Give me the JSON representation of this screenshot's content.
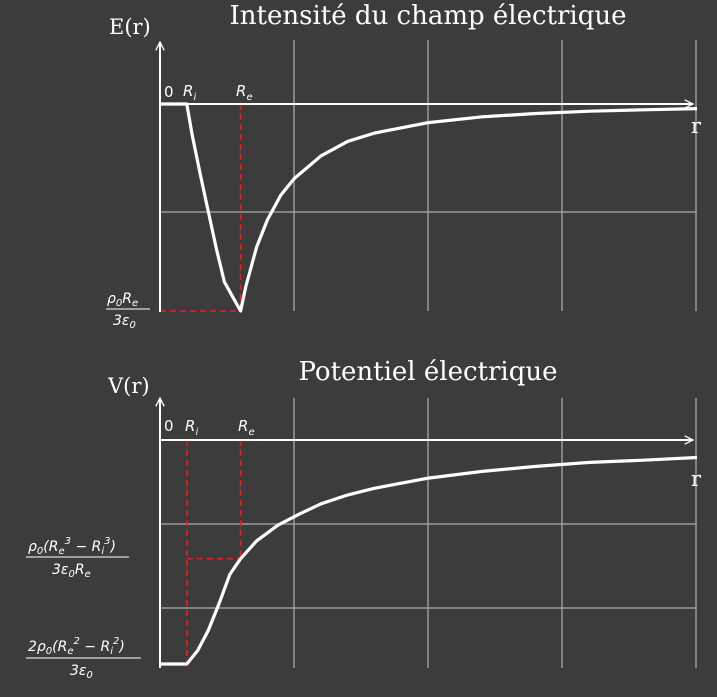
{
  "colors": {
    "background": "#3c3c3c",
    "curve": "#ffffff",
    "axis": "#ffffff",
    "grid": "#9a9a9a",
    "guide": "#e0221e"
  },
  "chart_data": [
    {
      "type": "line",
      "title": "Intensité du champ électrique",
      "ylabel": "E(r)",
      "xlabel": "r",
      "x_ticks": [
        "0",
        "Ri",
        "Re"
      ],
      "y_ticks": [
        "ρ0Re / 3ε0"
      ],
      "xlim": [
        0,
        10
      ],
      "ylim": [
        -1.0,
        0.0
      ],
      "grid": true,
      "series": [
        {
          "points": [
            [
              0.0,
              0.0
            ],
            [
              0.5,
              0.0
            ],
            [
              0.6,
              -0.15
            ],
            [
              0.75,
              -0.34
            ],
            [
              0.9,
              -0.52
            ],
            [
              1.05,
              -0.7
            ],
            [
              1.2,
              -0.86
            ],
            [
              1.5,
              -1.0
            ],
            [
              1.6,
              -0.88
            ],
            [
              1.8,
              -0.69
            ],
            [
              2.0,
              -0.56
            ],
            [
              2.25,
              -0.44
            ],
            [
              2.5,
              -0.36
            ],
            [
              3.0,
              -0.25
            ],
            [
              3.5,
              -0.18
            ],
            [
              4.0,
              -0.14
            ],
            [
              5.0,
              -0.09
            ],
            [
              6.0,
              -0.062
            ],
            [
              7.0,
              -0.046
            ],
            [
              8.0,
              -0.035
            ],
            [
              9.0,
              -0.028
            ],
            [
              10.0,
              -0.022
            ]
          ]
        }
      ],
      "guides": [
        {
          "from": [
            1.5,
            0.0
          ],
          "to": [
            1.5,
            -1.0
          ]
        },
        {
          "from": [
            0.0,
            -1.0
          ],
          "to": [
            1.5,
            -1.0
          ]
        }
      ]
    },
    {
      "type": "line",
      "title": "Potentiel électrique",
      "ylabel": "V(r)",
      "xlabel": "r",
      "x_ticks": [
        "0",
        "Ri",
        "Re"
      ],
      "y_ticks": [
        "ρ0(Re³ − Ri³) / 3ε0Re",
        "2ρ0(Re² − Ri²) / 3ε0"
      ],
      "xlim": [
        0,
        10
      ],
      "ylim": [
        -1.0,
        0.0
      ],
      "grid": true,
      "series": [
        {
          "points": [
            [
              0.0,
              -1.0
            ],
            [
              0.5,
              -1.0
            ],
            [
              0.7,
              -0.94
            ],
            [
              0.9,
              -0.85
            ],
            [
              1.1,
              -0.73
            ],
            [
              1.3,
              -0.6
            ],
            [
              1.5,
              -0.53
            ],
            [
              1.8,
              -0.45
            ],
            [
              2.2,
              -0.38
            ],
            [
              2.6,
              -0.33
            ],
            [
              3.0,
              -0.285
            ],
            [
              3.5,
              -0.245
            ],
            [
              4.0,
              -0.215
            ],
            [
              5.0,
              -0.17
            ],
            [
              6.0,
              -0.14
            ],
            [
              7.0,
              -0.118
            ],
            [
              8.0,
              -0.1
            ],
            [
              9.0,
              -0.09
            ],
            [
              10.0,
              -0.078
            ]
          ]
        }
      ],
      "guides": [
        {
          "from": [
            0.5,
            0.0
          ],
          "to": [
            0.5,
            -1.0
          ]
        },
        {
          "from": [
            1.5,
            0.0
          ],
          "to": [
            1.5,
            -0.53
          ]
        },
        {
          "from": [
            0.5,
            -0.53
          ],
          "to": [
            1.5,
            -0.53
          ]
        }
      ]
    }
  ]
}
